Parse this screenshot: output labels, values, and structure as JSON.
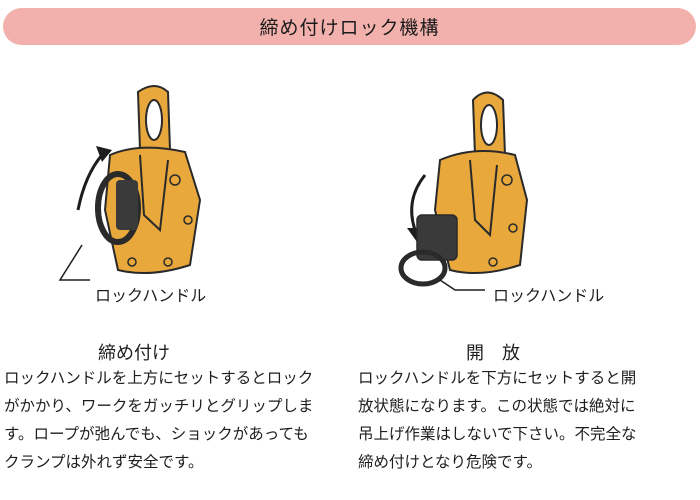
{
  "banner": {
    "title": "締め付けロック機構"
  },
  "left_panel": {
    "callout": "ロックハンドル",
    "heading": "締め付け",
    "lines": [
      "ロックハンドルを上方にセットするとロック",
      "がかかり、ワークをガッチリとグリップしま",
      "す。ロープが弛んでも、ショックがあっても",
      "クランプは外れず安全です。"
    ]
  },
  "right_panel": {
    "callout": "ロックハンドル",
    "heading": "開　放",
    "lines": [
      "ロックハンドルを下方にセットすると開",
      "放状態になります。この状態では絶対に",
      "吊上げ作業はしないで下さい。不完全な",
      "締め付けとなり危険です。"
    ]
  },
  "colors": {
    "banner": "#f2b1ac",
    "clamp_body": "#e8a83c",
    "handle": "#2a2a2a"
  }
}
